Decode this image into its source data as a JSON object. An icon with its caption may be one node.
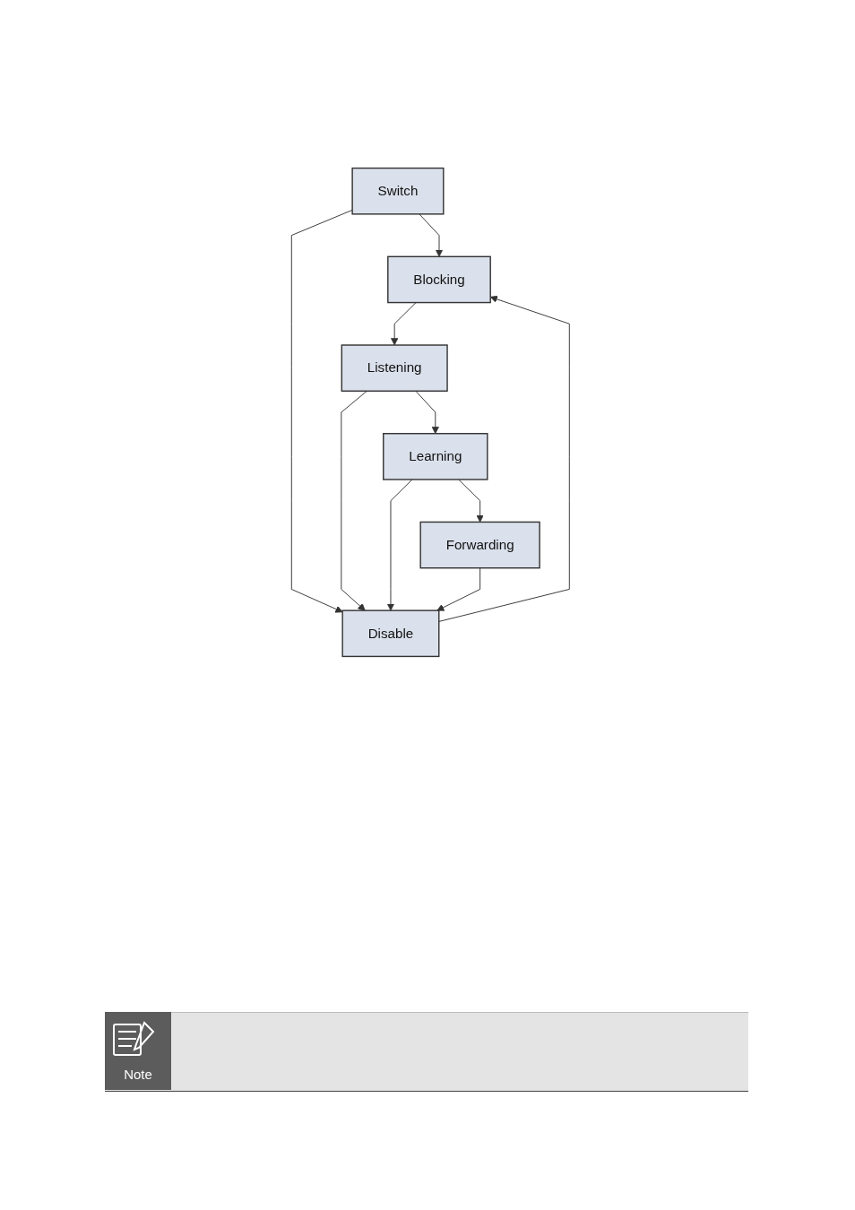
{
  "diagram": {
    "nodes": [
      {
        "text": [
          "Switch"
        ]
      },
      {
        "text": [
          "Blocking"
        ]
      },
      {
        "text": [
          "Listening"
        ]
      },
      {
        "text": [
          "Learning"
        ]
      },
      {
        "text": [
          "Forwarding"
        ]
      },
      {
        "text": [
          "Disable"
        ]
      }
    ],
    "edges": [
      {
        "from": 0,
        "to": 1,
        "arrow": "to"
      },
      {
        "from": 0,
        "to": 5,
        "arrow": "to"
      },
      {
        "from": 5,
        "to": 1,
        "arrow": "to"
      },
      {
        "from": 1,
        "to": 2,
        "arrow": "to"
      },
      {
        "from": 2,
        "to": 5,
        "arrow": "to"
      },
      {
        "from": 2,
        "to": 3,
        "arrow": "to"
      },
      {
        "from": 3,
        "to": 5,
        "arrow": "to"
      },
      {
        "from": 3,
        "to": 4,
        "arrow": "to"
      },
      {
        "from": 4,
        "to": 5,
        "arrow": "to"
      }
    ],
    "labels": [
      "Note"
    ]
  }
}
